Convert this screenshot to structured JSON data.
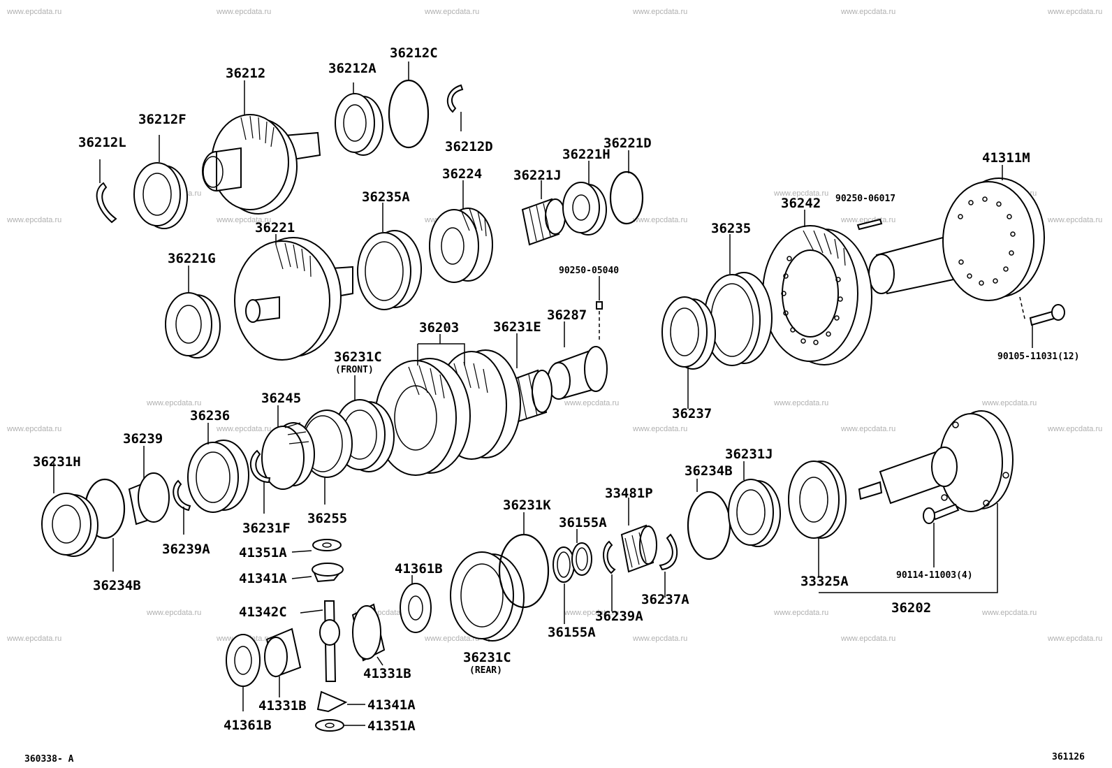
{
  "watermark": "www.epcdata.ru",
  "figure_left": "360338- A",
  "figure_right": "361126",
  "labels": {
    "p36212L": "36212L",
    "p36212F": "36212F",
    "p36212": "36212",
    "p36212A": "36212A",
    "p36212C": "36212C",
    "p36212D": "36212D",
    "p36221H": "36221H",
    "p36221D": "36221D",
    "p36221J": "36221J",
    "p36224": "36224",
    "p36235A": "36235A",
    "p36221": "36221",
    "p36221G": "36221G",
    "p90250_06017": "90250-06017",
    "p41311M": "41311M",
    "p36242": "36242",
    "p36235": "36235",
    "p90250_05040": "90250-05040",
    "p36287": "36287",
    "p36231E": "36231E",
    "p36203": "36203",
    "p36231C_front": "36231C",
    "front": "(FRONT)",
    "p90105_11031": "90105-11031(12)",
    "p36237": "36237",
    "p36245": "36245",
    "p36236": "36236",
    "p36239": "36239",
    "p36231H": "36231H",
    "p36231F": "36231F",
    "p36255": "36255",
    "p36239A": "36239A",
    "p36234B_left": "36234B",
    "p41351A_top": "41351A",
    "p41341A_top": "41341A",
    "p41342C": "41342C",
    "p41361B_top": "41361B",
    "p41331B_right": "41331B",
    "p41331B_left": "41331B",
    "p41361B_bottom": "41361B",
    "p41341A_bottom": "41341A",
    "p41351A_bottom": "41351A",
    "p36231K": "36231K",
    "p36155A_top": "36155A",
    "p33481P": "33481P",
    "p36234B_right": "36234B",
    "p36231J": "36231J",
    "p36237A": "36237A",
    "p36239A_right": "36239A",
    "p36155A_bottom": "36155A",
    "p36231C_rear": "36231C",
    "rear": "(REAR)",
    "p33325A": "33325A",
    "p90114_11003": "90114-11003(4)",
    "p36202": "36202"
  }
}
